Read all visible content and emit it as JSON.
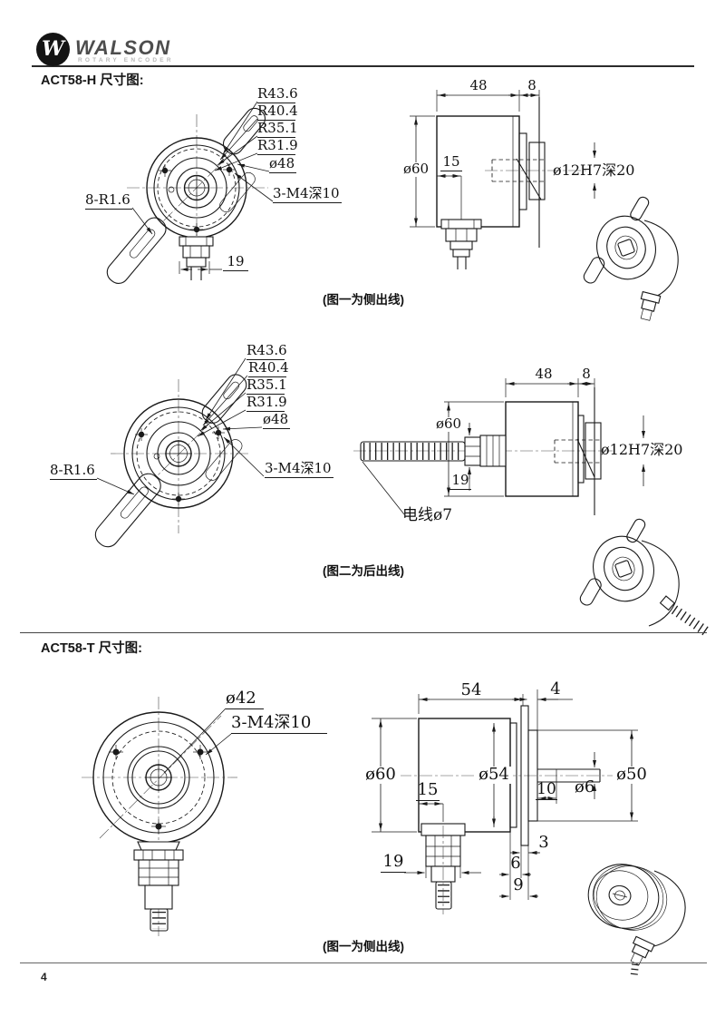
{
  "header": {
    "brand": "WALSON",
    "brand_sub": "ROTARY ENCODER",
    "logo_letter": "W"
  },
  "section_h": {
    "title": "ACT58-H 尺寸图:"
  },
  "section_t": {
    "title": "ACT58-T 尺寸图:"
  },
  "fig1": {
    "front": {
      "r1": "R43.6",
      "r2": "R40.4",
      "r3": "R35.1",
      "r4": "R31.9",
      "dia48": "ø48",
      "m4": "3-M4深10",
      "r8": "8-R1.6",
      "len19": "19"
    },
    "side": {
      "len48": "48",
      "len8": "8",
      "dia60": "ø60",
      "len15": "15",
      "bore": "ø12H7深20"
    },
    "caption": "(图一为侧出线)"
  },
  "fig2": {
    "front": {
      "r1": "R43.6",
      "r2": "R40.4",
      "r3": "R35.1",
      "r4": "R31.9",
      "dia48": "ø48",
      "m4": "3-M4深10",
      "r8": "8-R1.6"
    },
    "side": {
      "len48": "48",
      "len8": "8",
      "dia60": "ø60",
      "len19": "19",
      "bore": "ø12H7深20",
      "cable": "电线ø7"
    },
    "caption": "(图二为后出线)"
  },
  "fig3": {
    "front": {
      "dia42": "ø42",
      "m4": "3-M4深10"
    },
    "side": {
      "len54": "54",
      "len4": "4",
      "dia60": "ø60",
      "dia54": "ø54",
      "len15": "15",
      "len10": "10",
      "dia6": "ø6",
      "dia50": "ø50",
      "len3": "3",
      "len6": "6",
      "len9": "9",
      "len19": "19"
    },
    "caption": "(图一为侧出线)"
  },
  "footer": {
    "page": "4"
  }
}
